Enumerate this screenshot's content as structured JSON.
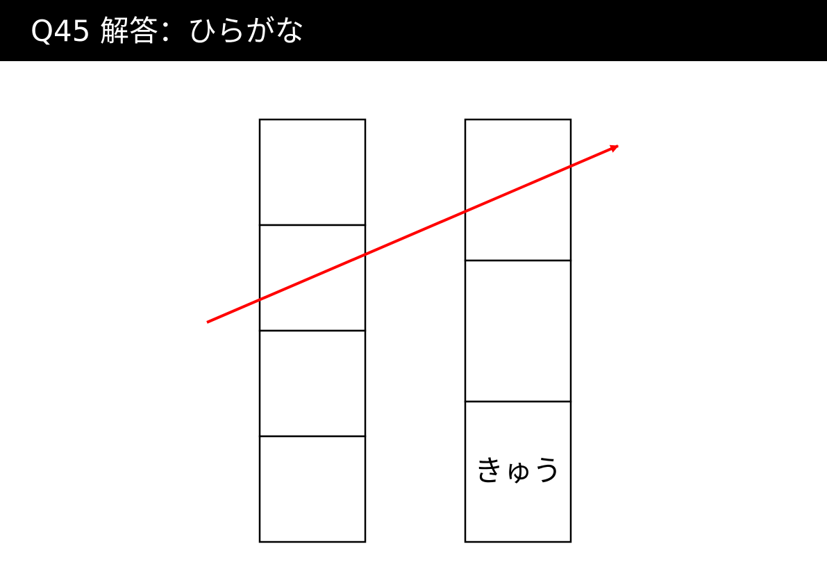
{
  "header": {
    "title": "Q45 解答：ひらがな"
  },
  "diagram": {
    "left_column": {
      "cell_count": 4,
      "cells": [
        "",
        "",
        "",
        ""
      ]
    },
    "right_column": {
      "cell_count": 3,
      "cells": [
        "",
        "",
        "きゅう"
      ]
    },
    "arrow": {
      "color": "#ff0000"
    }
  },
  "colors": {
    "header_bg": "#000000",
    "header_text": "#ffffff",
    "arrow": "#ff0000",
    "grid": "#000000"
  }
}
